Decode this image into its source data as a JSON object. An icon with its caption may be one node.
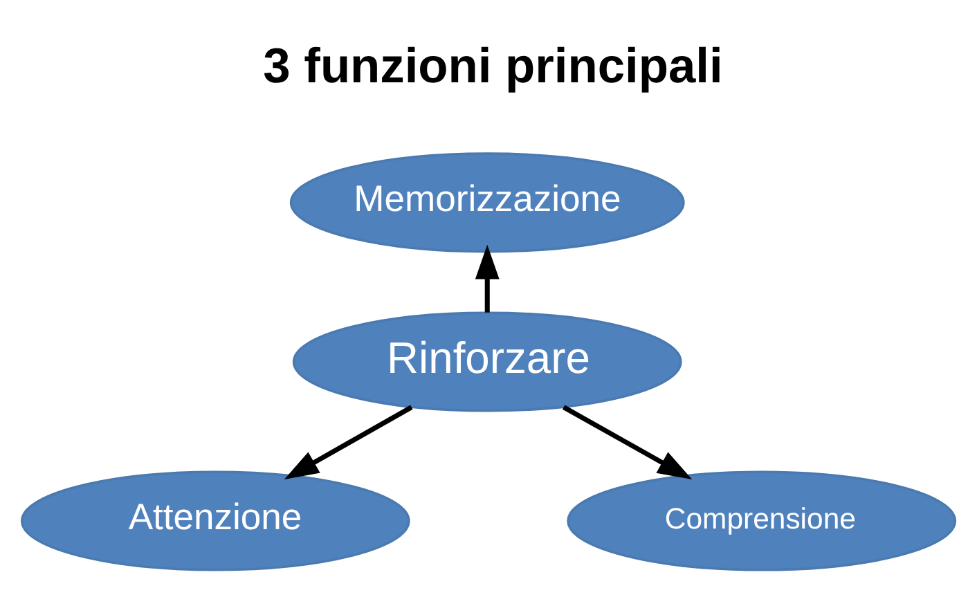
{
  "diagram": {
    "title": "3 funzioni principali",
    "nodes": [
      {
        "text": [
          "Memorizzazione"
        ]
      },
      {
        "text": [
          "Rinforzare"
        ]
      },
      {
        "text": [
          "Attenzione"
        ]
      },
      {
        "text": [
          "Comprensione"
        ]
      }
    ],
    "edges": [
      {
        "from": 1,
        "to": 0,
        "arrow": "to"
      },
      {
        "from": 1,
        "to": 2,
        "arrow": "to"
      },
      {
        "from": 1,
        "to": 3,
        "arrow": "to"
      }
    ]
  }
}
